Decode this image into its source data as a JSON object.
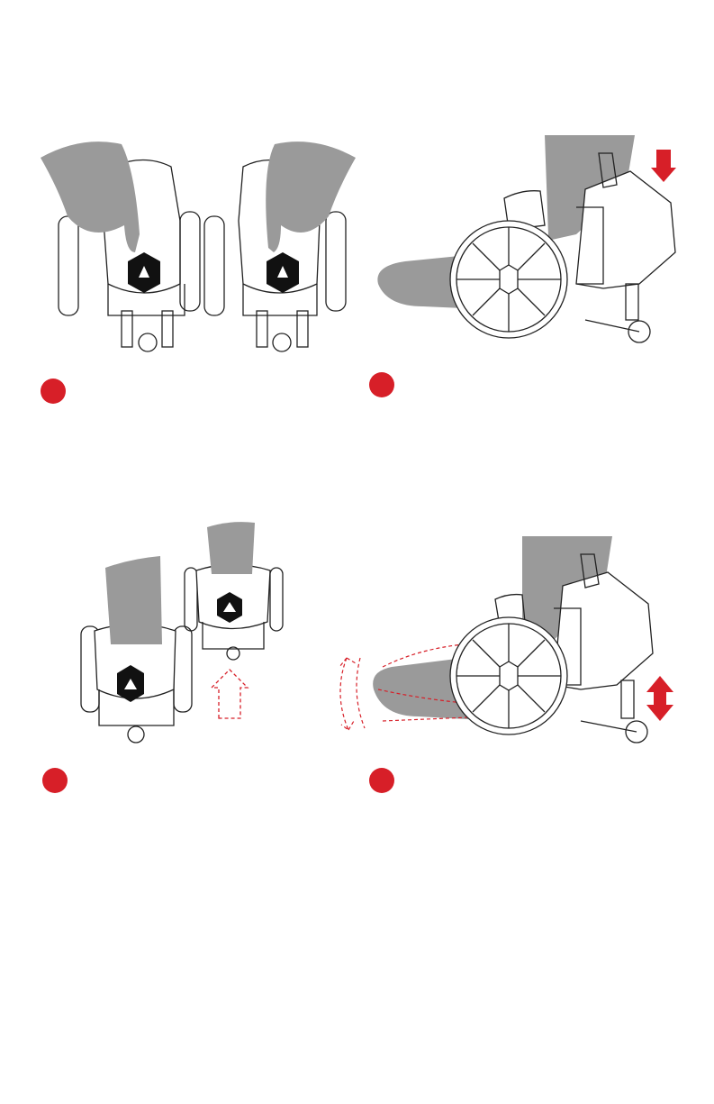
{
  "steps": [
    {
      "number": "",
      "illustration": "hands-attaching-skate-front-view"
    },
    {
      "number": "",
      "illustration": "foot-pressing-down-side-view"
    },
    {
      "number": "",
      "illustration": "foot-sliding-into-skate-front-view"
    },
    {
      "number": "",
      "illustration": "heel-lift-adjust-side-view"
    }
  ],
  "colors": {
    "accent": "#d71f28",
    "skin": "#9a9a9a",
    "line": "#222222"
  },
  "icons": [
    "down-arrow-icon",
    "up-arrow-icon",
    "double-arrow-icon",
    "rotate-arrow-icon"
  ]
}
